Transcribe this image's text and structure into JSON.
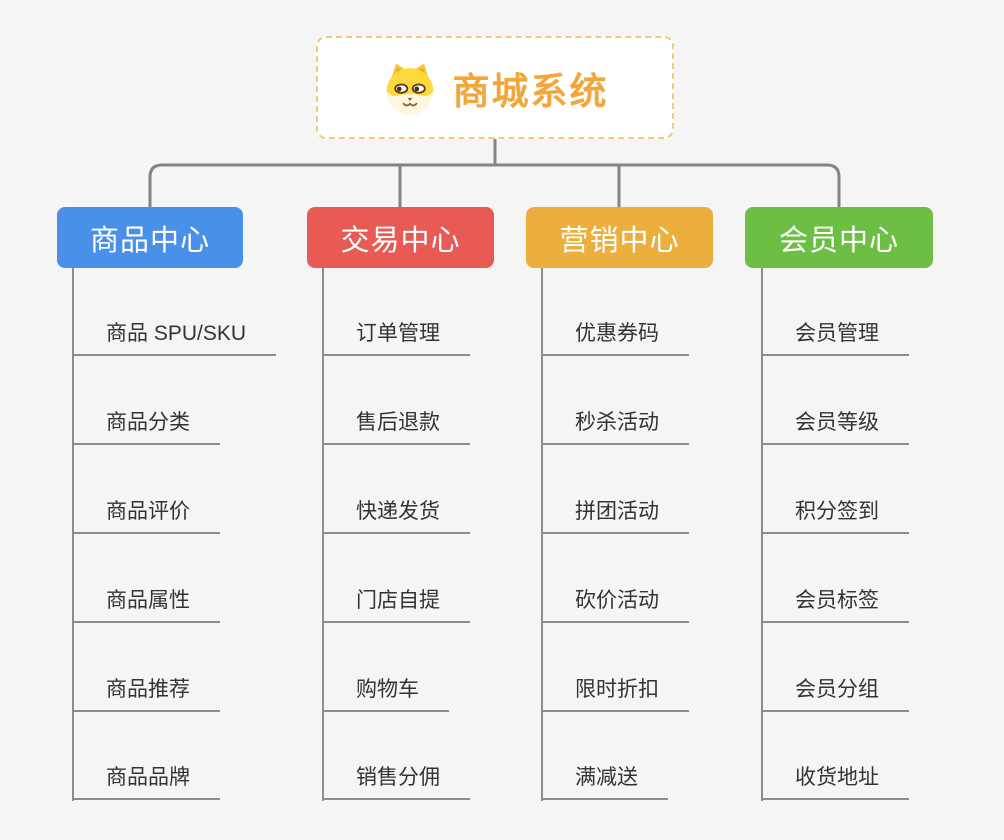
{
  "root": {
    "title": "商城系统",
    "icon": "shiba-dog-icon"
  },
  "branches": [
    {
      "label": "商品中心",
      "color": "#4A90E8",
      "items": [
        "商品 SPU/SKU",
        "商品分类",
        "商品评价",
        "商品属性",
        "商品推荐",
        "商品品牌"
      ]
    },
    {
      "label": "交易中心",
      "color": "#E85B55",
      "items": [
        "订单管理",
        "售后退款",
        "快递发货",
        "门店自提",
        "购物车",
        "销售分佣"
      ]
    },
    {
      "label": "营销中心",
      "color": "#ECAF3E",
      "items": [
        "优惠券码",
        "秒杀活动",
        "拼团活动",
        "砍价活动",
        "限时折扣",
        "满减送"
      ]
    },
    {
      "label": "会员中心",
      "color": "#6DBE44",
      "items": [
        "会员管理",
        "会员等级",
        "积分签到",
        "会员标签",
        "会员分组",
        "收货地址"
      ]
    }
  ],
  "colors": {
    "background": "#F5F5F5",
    "connector_line": "#848484",
    "leaf_line": "#8C8C8C",
    "leaf_text": "#333333",
    "root_title": "#F2A63C",
    "root_border": "#F3C97D",
    "root_background": "#FFFFFF",
    "branch_text": "#FFFFFF"
  }
}
